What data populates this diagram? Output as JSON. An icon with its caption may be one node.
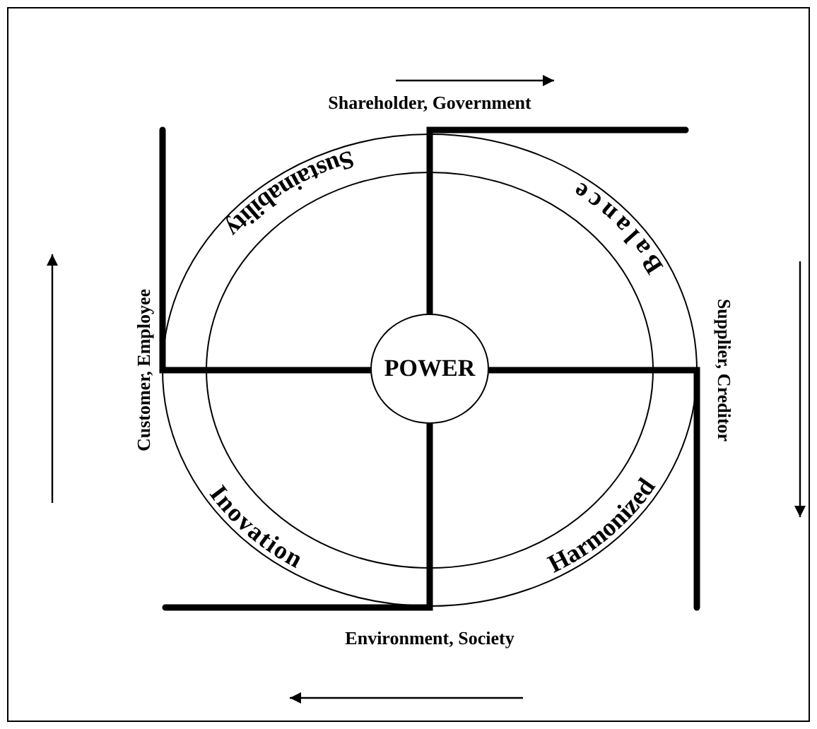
{
  "diagram": {
    "nodes": [
      {
        "text": [
          "POWER"
        ]
      }
    ],
    "labels": [
      "Shareholder, Government",
      "Sustainability",
      "Balance",
      "Customer, Employee",
      "Supplier, Creditor",
      "Inovation",
      "Harmonized",
      "Environment, Society"
    ]
  }
}
